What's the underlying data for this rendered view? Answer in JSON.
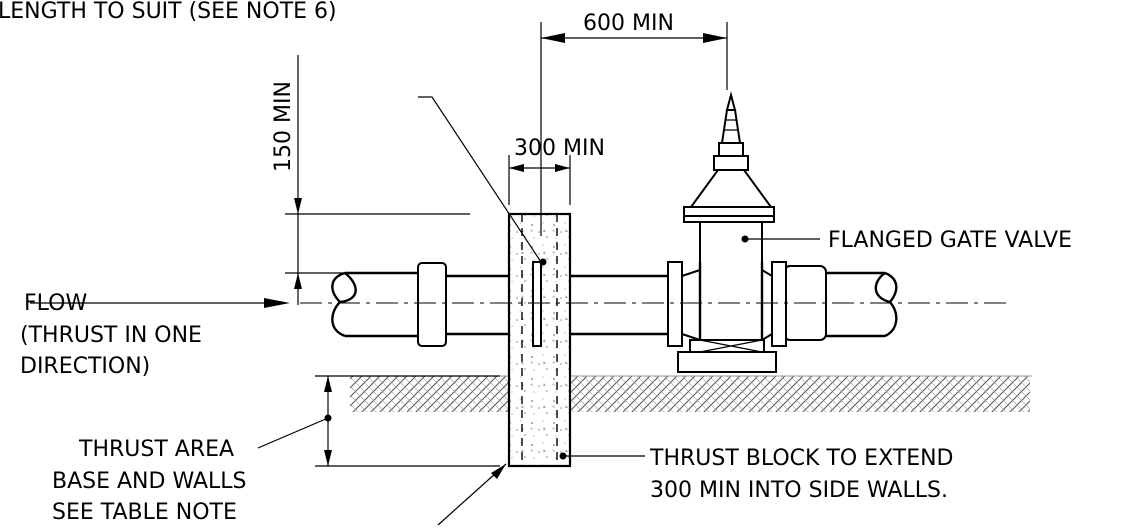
{
  "labels": {
    "length_note": "LENGTH TO SUIT (SEE NOTE 6)",
    "dim_600": "600 MIN",
    "dim_150": "150 MIN",
    "dim_300": "300 MIN",
    "gate_valve": "FLANGED GATE VALVE",
    "flow": "FLOW",
    "thrust_dir_line1": "(THRUST IN ONE",
    "thrust_dir_line2": "DIRECTION)",
    "thrust_area_line1": "THRUST AREA",
    "thrust_area_line2": "BASE AND WALLS",
    "thrust_area_line3": "SEE TABLE NOTE",
    "thrust_block_line1": "THRUST BLOCK TO EXTEND",
    "thrust_block_line2": "300 MIN INTO SIDE WALLS."
  }
}
